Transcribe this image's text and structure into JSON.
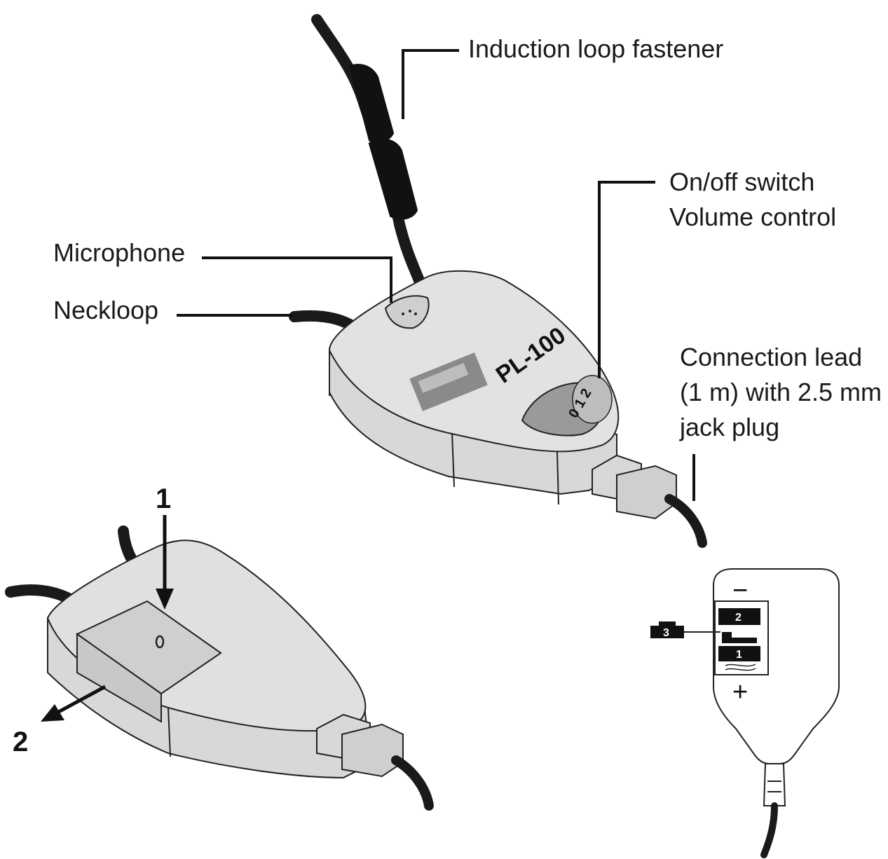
{
  "labels": {
    "induction_loop_fastener": "Induction loop fastener",
    "on_off_switch": "On/off switch",
    "volume_control": "Volume control",
    "microphone": "Microphone",
    "neckloop": "Neckloop",
    "connection_lead_line1": "Connection lead",
    "connection_lead_line2": "(1 m) with 2.5 mm",
    "connection_lead_line3": "jack plug"
  },
  "device": {
    "model": "PL-100",
    "dial_marks": "0 1 2"
  },
  "battery_steps": {
    "step1": "1",
    "step2": "2"
  },
  "remote": {
    "minus": "−",
    "plus": "+",
    "slot2": "2",
    "slot1": "1",
    "slot3": "3"
  },
  "colors": {
    "body": "#dedede",
    "cable": "#1a1a1a",
    "outline": "#222222"
  }
}
